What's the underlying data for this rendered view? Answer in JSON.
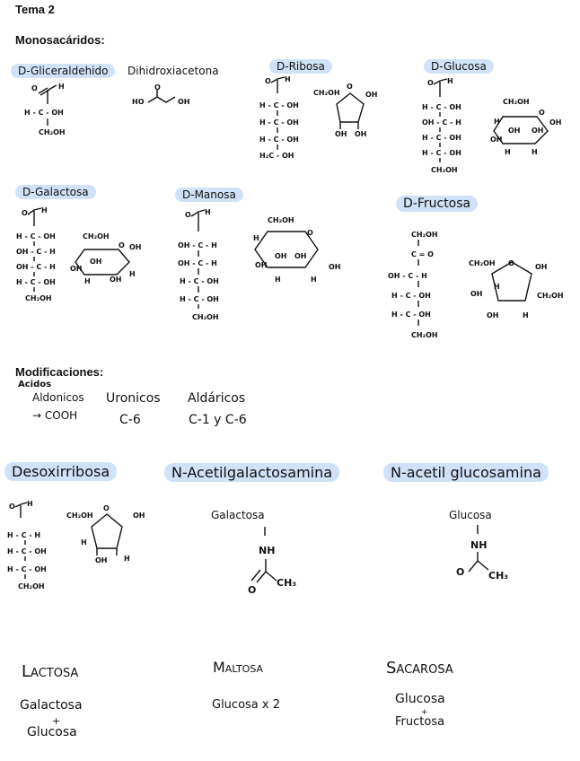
{
  "header": {
    "tema": "Tema 2",
    "monosacaridos": "Monosacáridos:",
    "modificaciones": "Modificaciones:"
  },
  "sugars": {
    "gliceraldehido": {
      "title": "D-Gliceraldehido",
      "lines": [
        "O",
        "H",
        "H - C - OH",
        "CH₂OH"
      ]
    },
    "dihidroxiacetona": {
      "title": "Dihidroxiacetona",
      "labels": [
        "HO",
        "O",
        "OH"
      ]
    },
    "ribosa": {
      "title": "D-Ribosa",
      "chain": [
        "H - C - OH",
        "H - C - OH",
        "H - C - OH",
        "H₂C - OH"
      ],
      "ring": [
        "CH₂OH",
        "O",
        "OH",
        "OH",
        "OH"
      ]
    },
    "glucosa": {
      "title": "D-Glucosa",
      "chain": [
        "H - C - OH",
        "OH - C - H",
        "H - C - OH",
        "H - C - OH",
        "CH₂OH"
      ],
      "ring": [
        "CH₂OH",
        "O",
        "OH",
        "OH",
        "OH",
        "OH",
        "H",
        "H",
        "H"
      ]
    },
    "galactosa": {
      "title": "D-Galactosa",
      "chain": [
        "H - C - OH",
        "OH - C - H",
        "OH - C - H",
        "H - C - OH",
        "CH₂OH"
      ],
      "ring": [
        "CH₂OH",
        "O",
        "OH",
        "OH",
        "OH",
        "OH",
        "H",
        "H"
      ]
    },
    "manosa": {
      "title": "D-Manosa",
      "chain": [
        "OH - C - H",
        "OH - C - H",
        "H - C - OH",
        "H - C - OH",
        "CH₂OH"
      ],
      "ring": [
        "CH₂OH",
        "O",
        "OH",
        "OH",
        "OH",
        "OH",
        "H",
        "H",
        "H"
      ]
    },
    "fructosa": {
      "title": "D-Fructosa",
      "chain": [
        "CH₂OH",
        "C = O",
        "OH - C - H",
        "H - C - OH",
        "H - C - OH",
        "CH₂OH"
      ],
      "ring": [
        "CH₂OH",
        "O",
        "OH",
        "OH",
        "OH",
        "CH₂OH",
        "H",
        "H"
      ]
    }
  },
  "modificaciones": {
    "acidos": "Acidos",
    "aldonicos": "Aldonicos",
    "aldonicos_val": "→ COOH",
    "uronicos": "Uronicos",
    "uronicos_val": "C-6",
    "aldaricos": "Aldáricos",
    "aldaricos_val": "C-1 y C-6"
  },
  "derivados": {
    "desoxirribosa": {
      "title": "Desoxirribosa",
      "chain": [
        "H - C - H",
        "H - C - OH",
        "H - C - OH",
        "CH₂OH"
      ],
      "ring": [
        "CH₂OH",
        "O",
        "OH",
        "OH",
        "H",
        "H"
      ]
    },
    "acetilgalactosamina": {
      "title": "N-Acetilgalactosamina",
      "base": "Galactosa",
      "nh": "NH",
      "o": "O",
      "ch3": "CH₃"
    },
    "acetilglucosamina": {
      "title": "N-acetil glucosamina",
      "base": "Glucosa",
      "nh": "NH",
      "o": "O",
      "ch3": "CH₃"
    }
  },
  "disacaridos": {
    "lactosa": {
      "title": "Lactosa",
      "line1": "Galactosa",
      "plus": "+",
      "line2": "Glucosa"
    },
    "maltosa": {
      "title": "Maltosa",
      "line1": "Glucosa x 2"
    },
    "sacarosa": {
      "title": "Sacarosa",
      "line1": "Glucosa",
      "plus": "+",
      "line2": "Fructosa"
    }
  }
}
